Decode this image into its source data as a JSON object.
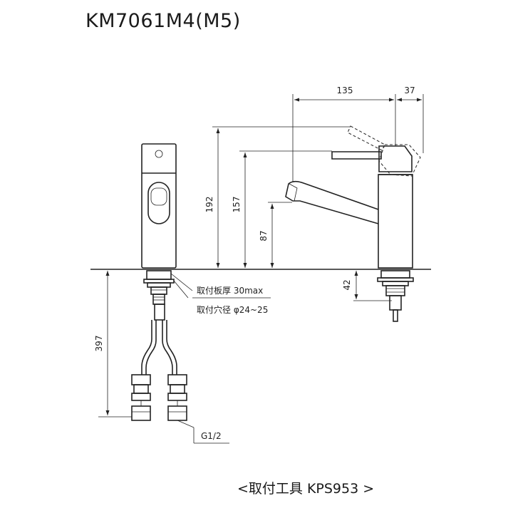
{
  "title": "KM7061M4(M5)",
  "dimensions": {
    "spout_reach": "135",
    "lever_offset": "37",
    "total_height": "192",
    "lever_height": "157",
    "spout_height": "87",
    "thread_length": "42",
    "hose_length": "397"
  },
  "notes": {
    "mount_thickness": "取付板厚 30max",
    "mount_hole": "取付穴径 φ24~25",
    "thread_size": "G1/2"
  },
  "install_tool": "<取付工具 KPS953 >"
}
